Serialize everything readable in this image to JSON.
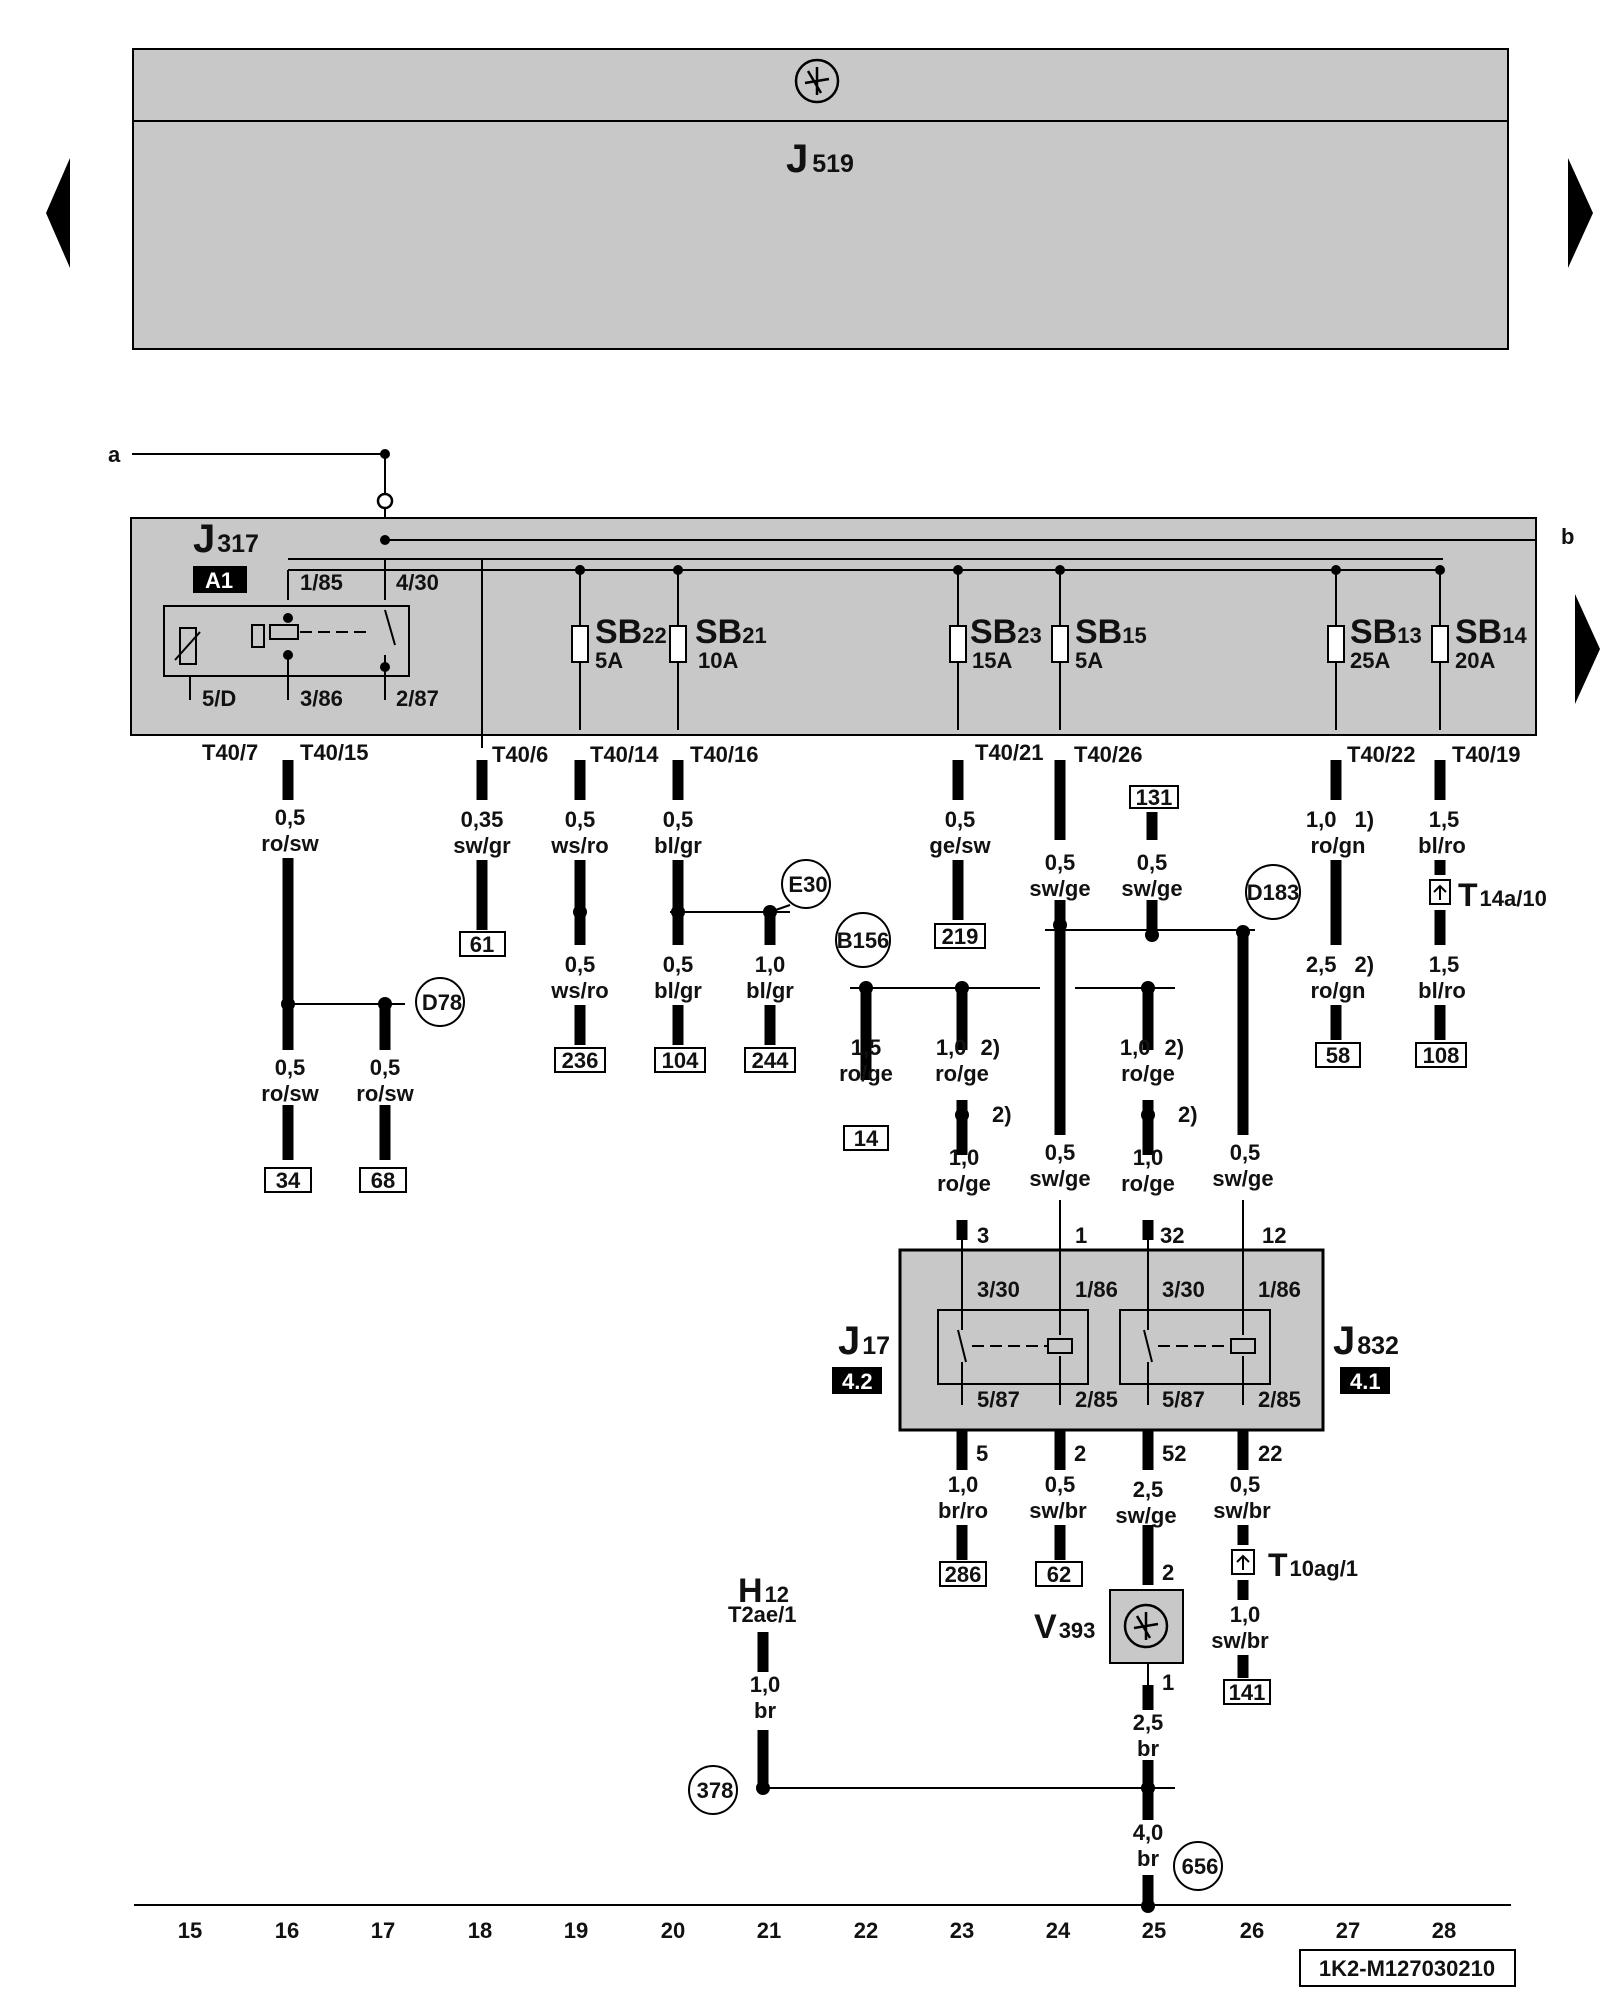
{
  "header": {
    "component": "J",
    "component_sub": "519",
    "icon": "fan-icon"
  },
  "navigation": {
    "prev_icon": "left-triangle-icon",
    "next_icon": "right-triangle-icon"
  },
  "lines": {
    "a": "a",
    "b": "b"
  },
  "relay_box": {
    "name": "J",
    "name_sub": "317",
    "badge": "A1",
    "pins": [
      "1/85",
      "4/30",
      "5/D",
      "3/86",
      "2/87"
    ]
  },
  "fuses": [
    {
      "name": "SB",
      "num": "22",
      "rating": "5A"
    },
    {
      "name": "SB",
      "num": "21",
      "rating": "10A"
    },
    {
      "name": "SB",
      "num": "23",
      "rating": "15A"
    },
    {
      "name": "SB",
      "num": "15",
      "rating": "5A"
    },
    {
      "name": "SB",
      "num": "13",
      "rating": "25A"
    },
    {
      "name": "SB",
      "num": "14",
      "rating": "20A"
    }
  ],
  "terminals": [
    "T40/7",
    "T40/15",
    "T40/6",
    "T40/14",
    "T40/16",
    "T40/21",
    "T40/26",
    "T40/22",
    "T40/19"
  ],
  "wires": [
    {
      "size": "0,5",
      "color": "ro/sw"
    },
    {
      "size": "0,35",
      "color": "sw/gr"
    },
    {
      "size": "0,5",
      "color": "ws/ro"
    },
    {
      "size": "0,5",
      "color": "bl/gr"
    },
    {
      "size": "0,5",
      "color": "ge/sw"
    },
    {
      "size": "0,5",
      "color": "sw/ge"
    },
    {
      "size": "0,5",
      "color": "sw/ge"
    },
    {
      "size": "1,0",
      "color": "ro/gn",
      "note": "1)"
    },
    {
      "size": "1,5",
      "color": "bl/ro"
    },
    {
      "size": "0,5",
      "color": "ws/ro"
    },
    {
      "size": "0,5",
      "color": "bl/gr"
    },
    {
      "size": "1,0",
      "color": "bl/gr"
    },
    {
      "size": "2,5",
      "color": "ro/gn",
      "note": "2)"
    },
    {
      "size": "1,5",
      "color": "bl/ro"
    },
    {
      "size": "0,5",
      "color": "ro/sw"
    },
    {
      "size": "0,5",
      "color": "ro/sw"
    },
    {
      "size": "1,5",
      "color": "ro/ge"
    },
    {
      "size": "1,0",
      "color": "ro/ge",
      "note": "2)"
    },
    {
      "size": "1,0",
      "color": "ro/ge",
      "note": "2)"
    },
    {
      "size": "1,0",
      "color": "ro/ge"
    },
    {
      "size": "0,5",
      "color": "sw/ge"
    },
    {
      "size": "1,0",
      "color": "ro/ge"
    },
    {
      "size": "0,5",
      "color": "sw/ge"
    },
    {
      "size": "1,0",
      "color": "br/ro"
    },
    {
      "size": "0,5",
      "color": "sw/br"
    },
    {
      "size": "2,5",
      "color": "sw/ge"
    },
    {
      "size": "0,5",
      "color": "sw/br"
    },
    {
      "size": "1,0",
      "color": "sw/br"
    },
    {
      "size": "1,0",
      "color": "br"
    },
    {
      "size": "2,5",
      "color": "br"
    },
    {
      "size": "4,0",
      "color": "br"
    }
  ],
  "notes": [
    "2)",
    "2)"
  ],
  "refs": [
    "131",
    "61",
    "236",
    "104",
    "244",
    "219",
    "58",
    "108",
    "14",
    "34",
    "68",
    "286",
    "62",
    "141"
  ],
  "points": [
    "E30",
    "B156",
    "D183",
    "D78",
    "378",
    "656"
  ],
  "connectors": [
    {
      "name": "T",
      "sub": "14a/10"
    },
    {
      "name": "T",
      "sub": "10ag/1"
    }
  ],
  "relays": {
    "left": {
      "name": "J",
      "sub": "17",
      "badge": "4.2"
    },
    "right": {
      "name": "J",
      "sub": "832",
      "badge": "4.1"
    },
    "outer_pins": [
      "3",
      "1",
      "32",
      "12",
      "5",
      "2",
      "52",
      "22"
    ],
    "inner_pins": [
      "3/30",
      "1/86",
      "3/30",
      "1/86",
      "5/87",
      "2/85",
      "5/87",
      "2/85"
    ]
  },
  "ground": {
    "name": "H",
    "sub": "12",
    "terminal": "T2ae/1"
  },
  "motor": {
    "name": "V",
    "sub": "393",
    "pins": [
      "2",
      "1"
    ]
  },
  "tracks": [
    "15",
    "16",
    "17",
    "18",
    "19",
    "20",
    "21",
    "22",
    "23",
    "24",
    "25",
    "26",
    "27",
    "28"
  ],
  "doc_id": "1K2-M127030210"
}
